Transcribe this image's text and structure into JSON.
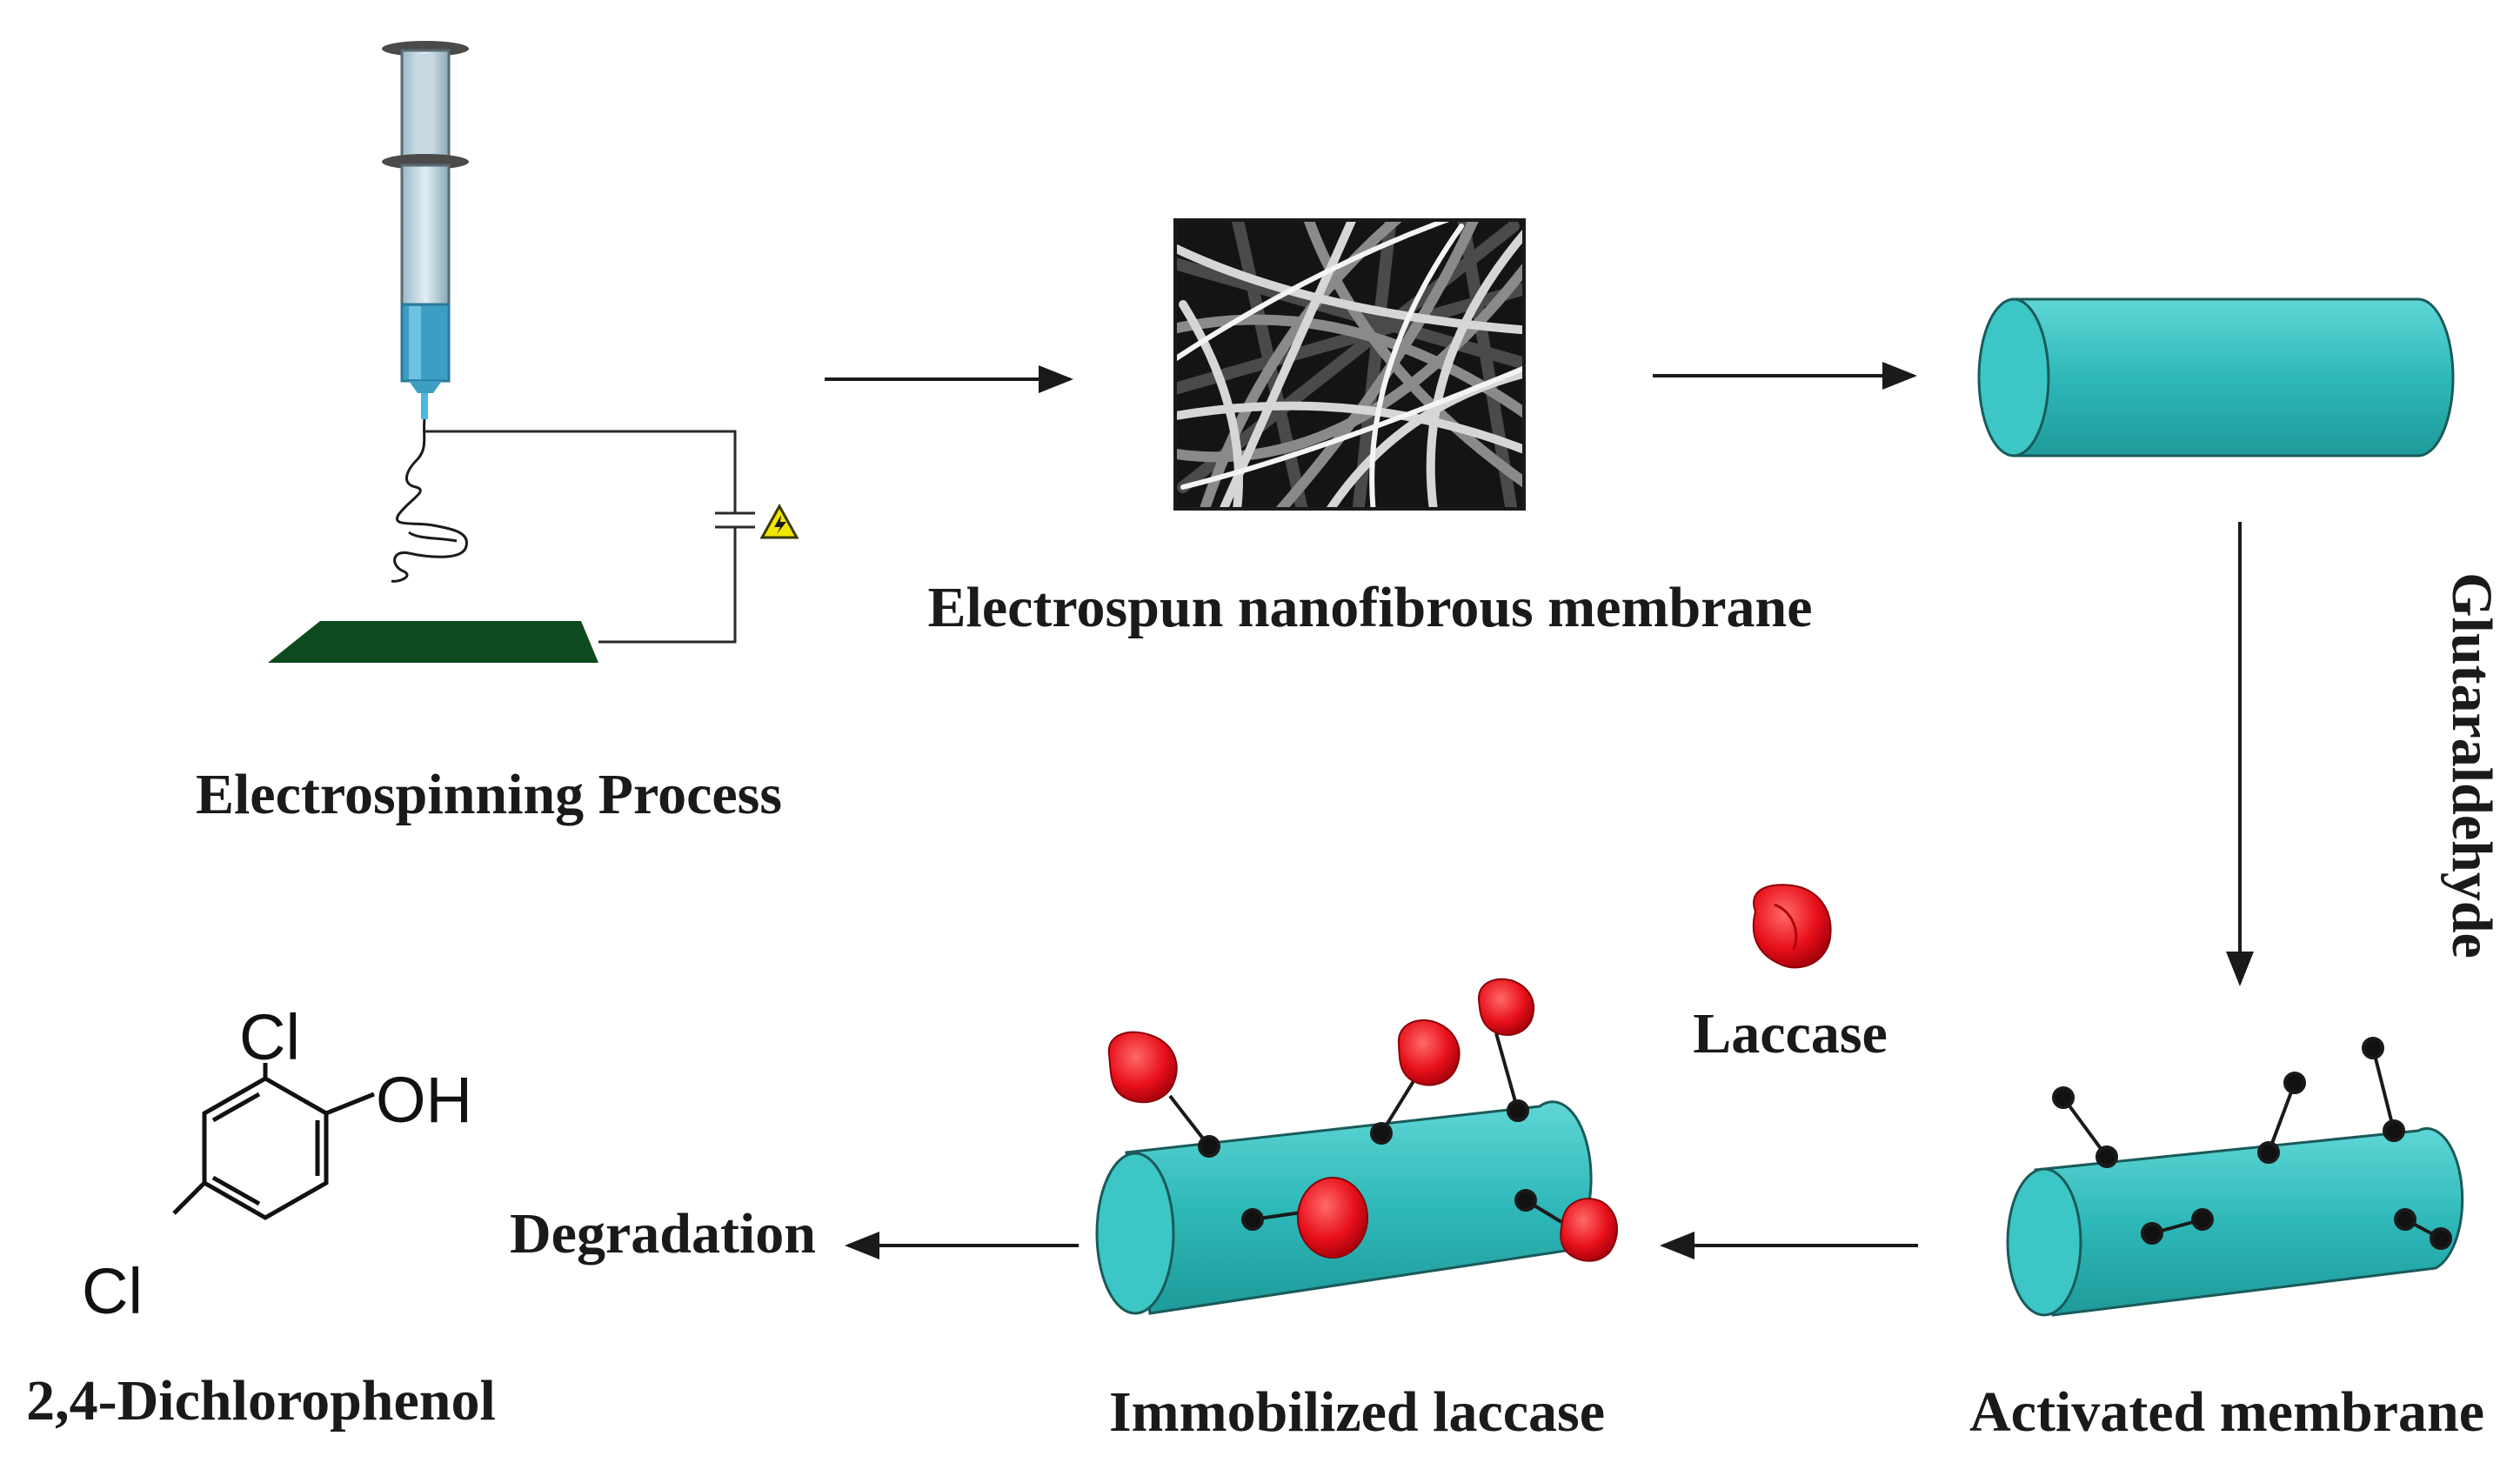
{
  "labels": {
    "electrospinning": "Electrospinning Process",
    "membrane": "Electrospun nanofibrous membrane",
    "glutaraldehyde": "Glutaraldehyde",
    "laccase": "Laccase",
    "activated": "Activated membrane",
    "immobilized": "Immobilized laccase",
    "degradation": "Degradation",
    "compound": "2,4-Dichlorophenol"
  },
  "molecule": {
    "cl_top": "Cl",
    "oh": "OH",
    "cl_bottom": "Cl"
  },
  "colors": {
    "cylinder": "#2fb8b8",
    "laccase": "#e8101a",
    "collector": "#0d4a1f",
    "syringe_liquid": "#4aa8c8",
    "warning": "#f2e600"
  },
  "icons": [
    "syringe-icon",
    "collector-plate-icon",
    "high-voltage-warning-icon",
    "sem-nanofiber-image"
  ]
}
